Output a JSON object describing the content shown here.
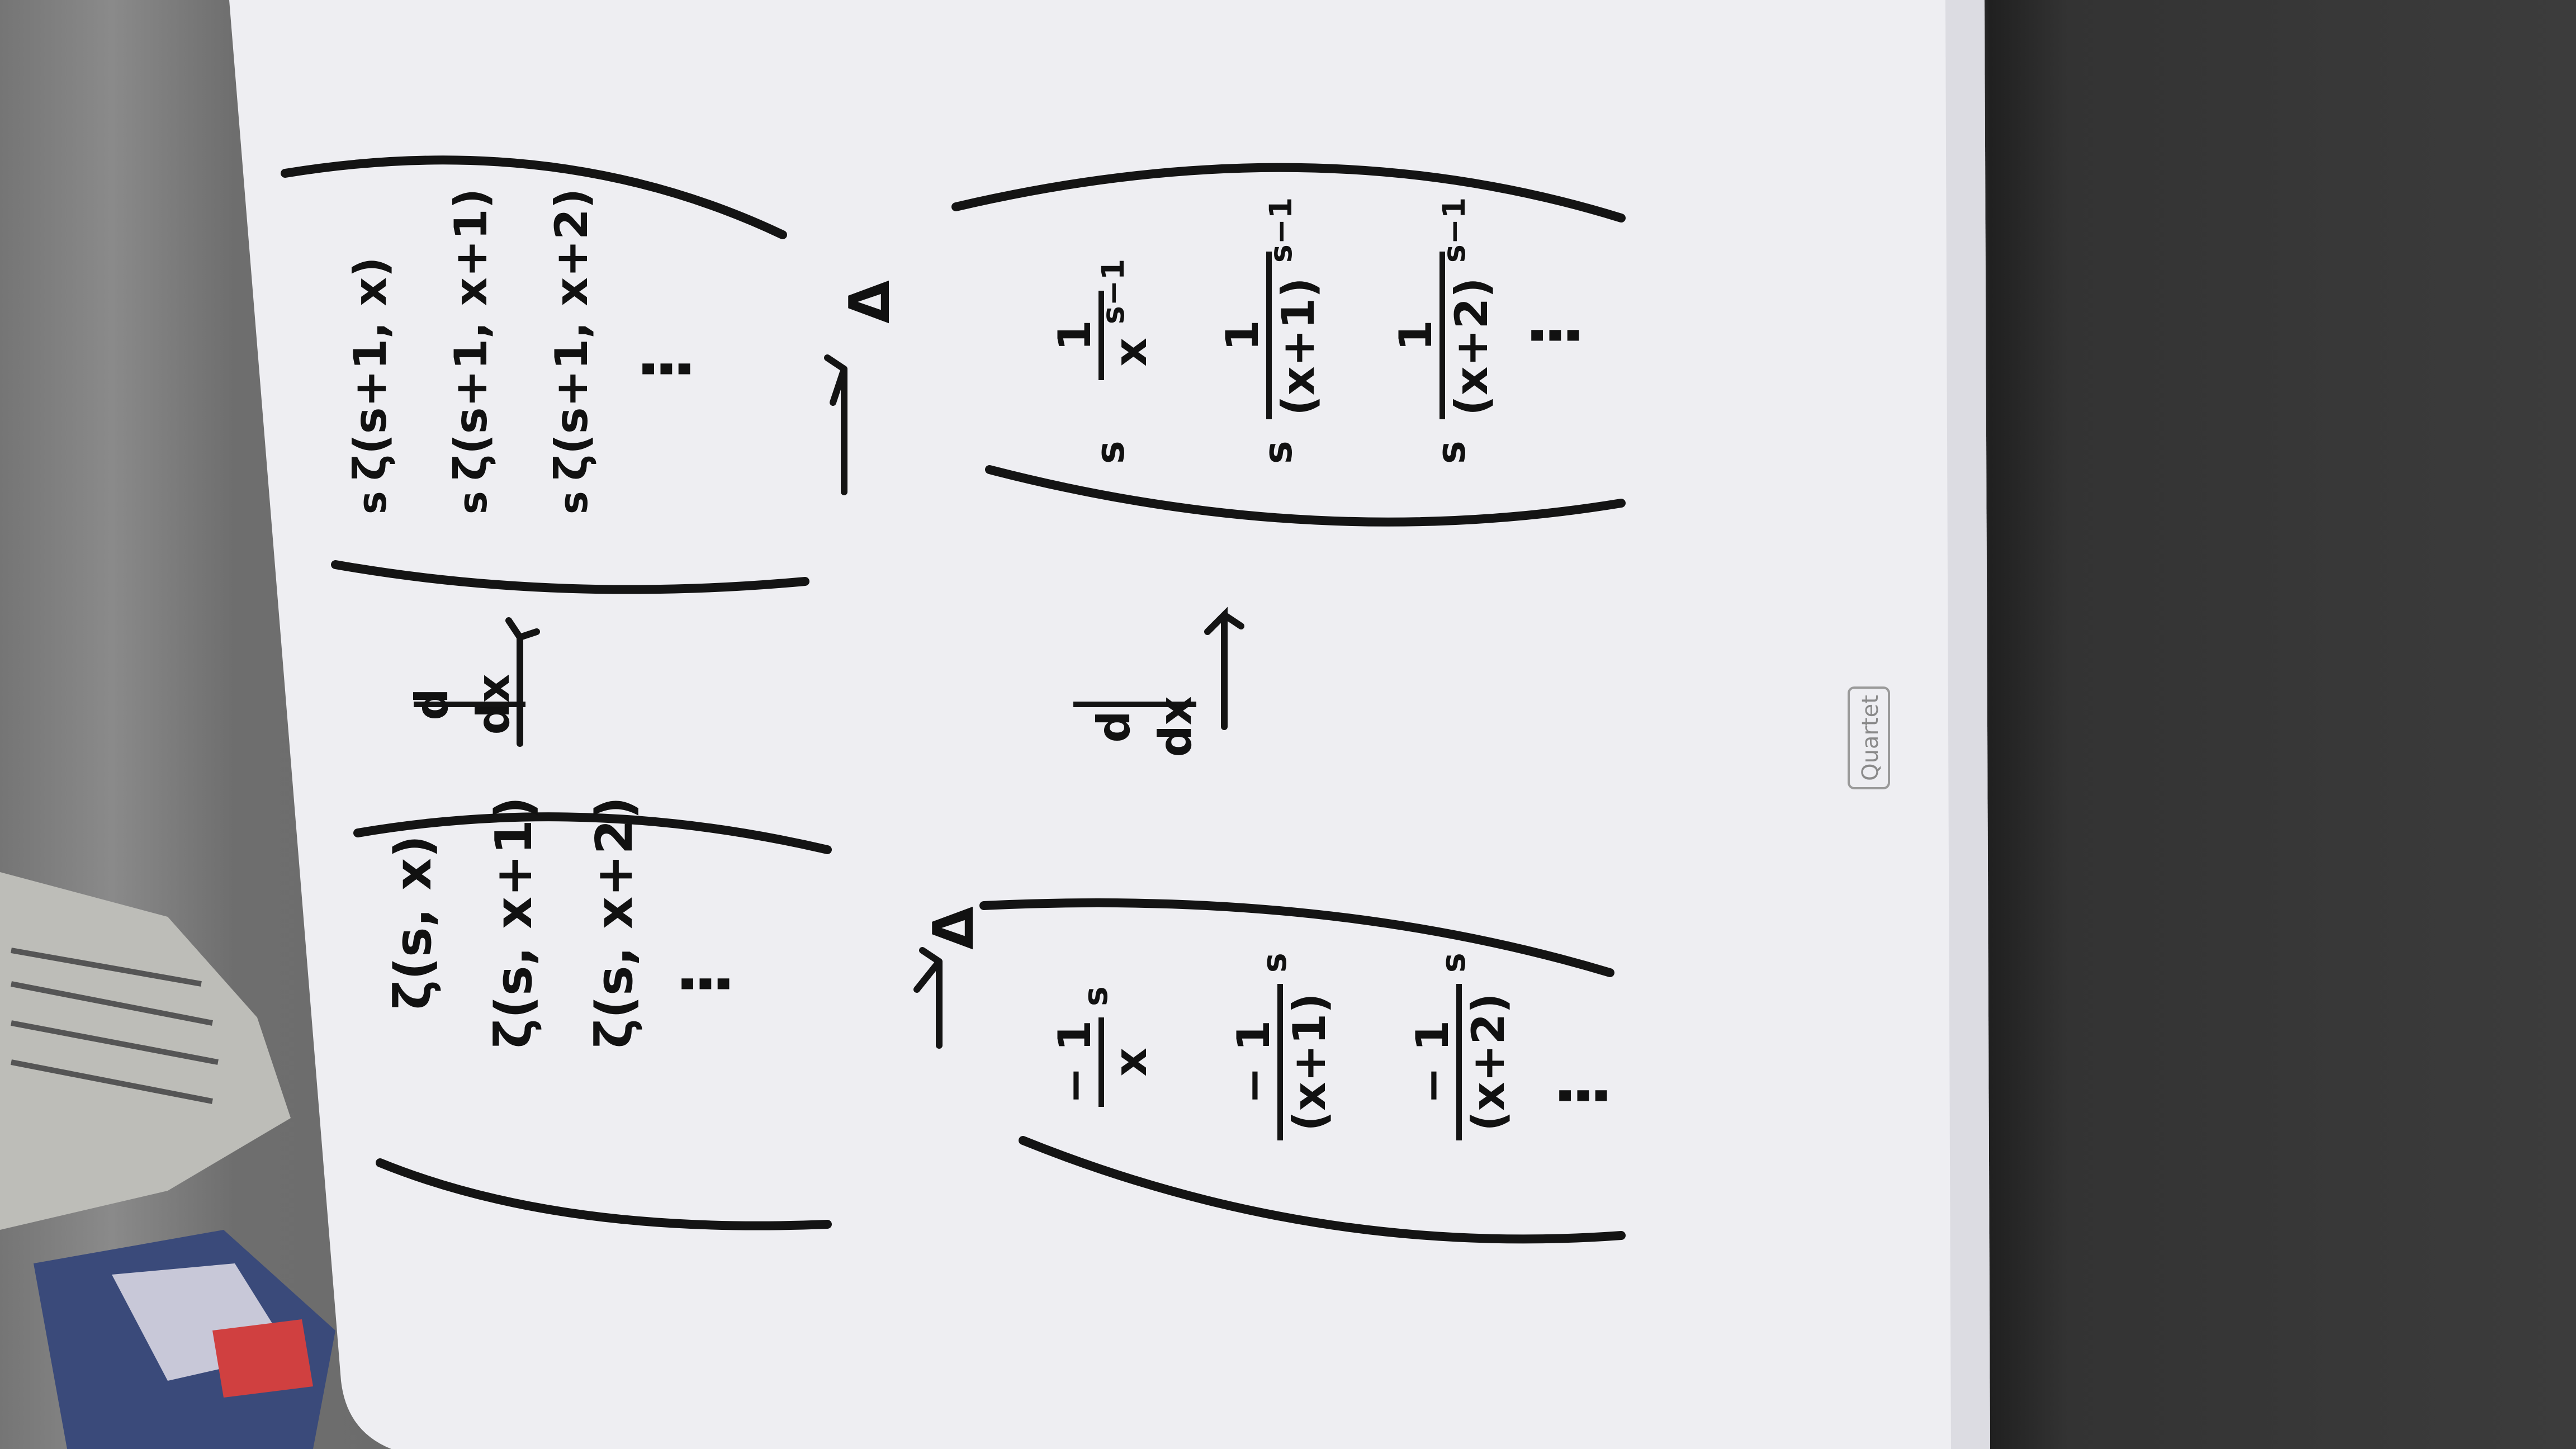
{
  "whiteboard": {
    "brand": "Quartet"
  },
  "left_column_top": {
    "rows": [
      "ζ(s, x)",
      "ζ(s, x+1)",
      "ζ(s, x+2)"
    ],
    "dots": "⋮"
  },
  "left_column_bottom": {
    "rows": [
      {
        "num": "− 1",
        "den": "x",
        "exp": "s"
      },
      {
        "num": "− 1",
        "den": "(x+1)",
        "exp": "s"
      },
      {
        "num": "− 1",
        "den": "(x+2)",
        "exp": "s"
      }
    ],
    "dots": "⋮"
  },
  "right_column_top": {
    "rows": [
      {
        "coef": "s",
        "expr": "ζ(s+1, x)"
      },
      {
        "coef": "s",
        "expr": "ζ(s+1, x+1)"
      },
      {
        "coef": "s",
        "expr": "ζ(s+1, x+2)"
      }
    ],
    "dots": "⋮"
  },
  "right_column_bottom": {
    "rows": [
      {
        "coef": "s",
        "num": "1",
        "den": "x",
        "exp": "s−1"
      },
      {
        "coef": "s",
        "num": "1",
        "den": "(x+1)",
        "exp": "s−1"
      },
      {
        "coef": "s",
        "num": "1",
        "den": "(x+2)",
        "exp": "s−1"
      }
    ],
    "dots": "⋮"
  },
  "operators": {
    "derivative_top": {
      "num": "d",
      "den": "dx"
    },
    "derivative_bottom": {
      "num": "d",
      "den": "dx"
    },
    "delta_left": "Δ",
    "delta_right": "Δ"
  }
}
